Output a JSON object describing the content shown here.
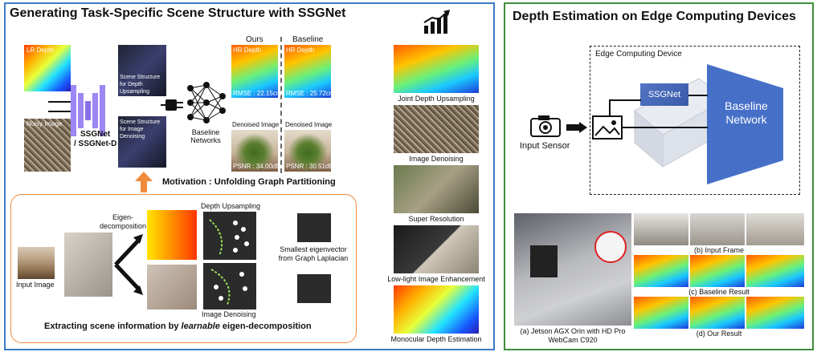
{
  "left_panel": {
    "title": "Generating Task-Specific Scene Structure with SSGNet",
    "labels": {
      "lr_depth": "LR Depth",
      "noisy_image": "Noisy Image",
      "ssgnet": "SSGNet",
      "ssgnet_d": "/ SSGNet-D",
      "scene_structure_depth": "Scene Structure for Depth Upsampling",
      "scene_structure_denoise": "Scene Structure for Image Denoising",
      "baseline_networks": "Baseline Networks",
      "ours": "Ours",
      "baseline": "Baseline",
      "hr_depth_ours": "HR Depth",
      "hr_depth_base": "HR Depth",
      "rmse_ours": "RMSE : 22.15cm",
      "rmse_base": "RMSE : 25.72cm",
      "denoised_ours": "Denoised Image",
      "denoised_base": "Denoised Image",
      "psnr_ours": "PSNR : 34.00dB",
      "psnr_base": "PSNR : 30.51dB",
      "motivation": "Motivation : Unfolding Graph Partitioning",
      "eigen_decomposition": "Eigen-decomposition",
      "input_image": "Input Image",
      "depth_upsampling": "Depth Upsampling",
      "image_denoising": "Image Denoising",
      "smallest_eigenvector": "Smallest eigenvector from Graph Laplacian",
      "extracting_prefix": "Extracting scene information by ",
      "extracting_em": "learnable",
      "extracting_suffix": " eigen-decomposition"
    },
    "tasks": [
      "Joint Depth Upsampling",
      "Image Denoising",
      "Super Resolution",
      "Low-light Image Enhancement",
      "Monocular Depth Estimation"
    ]
  },
  "right_panel": {
    "title": "Depth Estimation on Edge Computing Devices",
    "edge_device": "Edge Computing Device",
    "ssgnet": "SSGNet",
    "baseline_network": "Baseline Network",
    "input_sensor": "Input Sensor",
    "caption_a": "(a) Jetson AGX Orin with HD Pro WebCam C920",
    "caption_b": "(b) Input Frame",
    "caption_c": "(c) Baseline Result",
    "caption_d": "(d) Our Result"
  },
  "colors": {
    "left_border": "#3b7bc4",
    "right_border": "#3f8f3a",
    "orange": "#f08a3c",
    "unet": "#9d86f5"
  }
}
